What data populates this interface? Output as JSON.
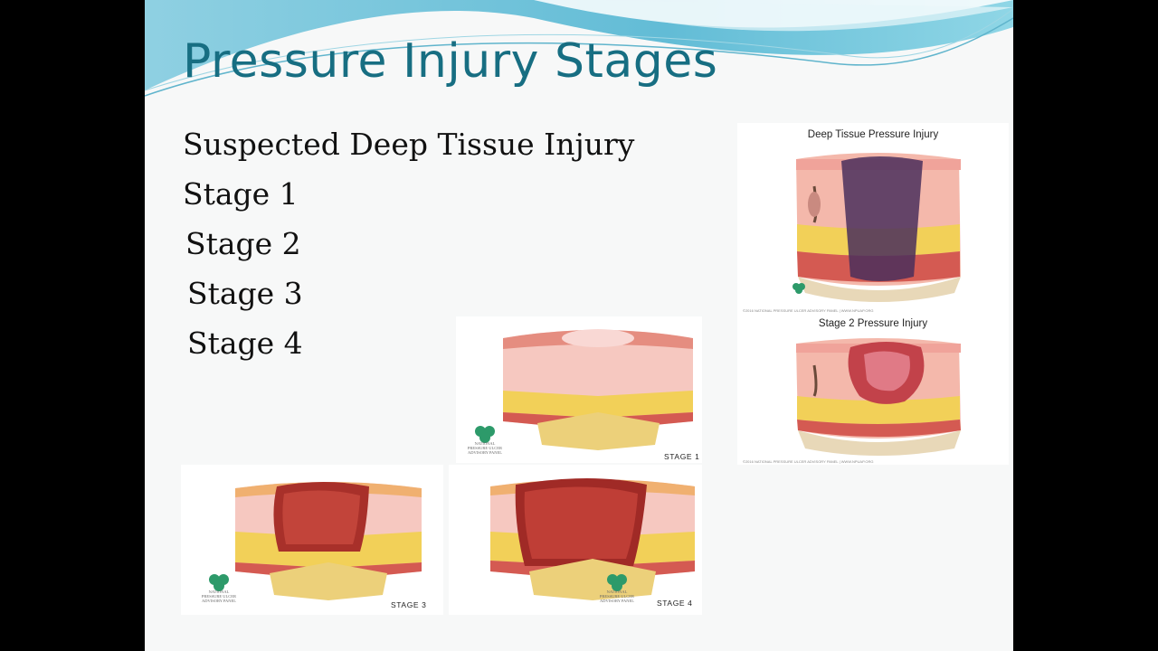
{
  "slide": {
    "title": "Pressure Injury Stages",
    "bullets": [
      "Suspected Deep Tissue Injury",
      "Stage 1",
      "Stage 2",
      "Stage 3",
      "Stage 4"
    ]
  },
  "images": {
    "deep_tissue": {
      "title": "Deep Tissue Pressure Injury"
    },
    "stage2": {
      "title": "Stage 2 Pressure Injury"
    },
    "stage1": {
      "label": "STAGE 1"
    },
    "stage3": {
      "label": "STAGE 3"
    },
    "stage4": {
      "label": "STAGE 4"
    },
    "logo_text": "NATIONAL PRESSURE ULCER ADVISORY PANEL",
    "copyright": "©2016 NATIONAL PRESSURE ULCER ADVISORY PANEL | WWW.NPUAP.ORG"
  },
  "colors": {
    "title": "#176e82",
    "wave": "#6fc3d8",
    "skin": "#f2b1a8",
    "fat": "#f0cf4e",
    "wound": "#b43a2a"
  }
}
